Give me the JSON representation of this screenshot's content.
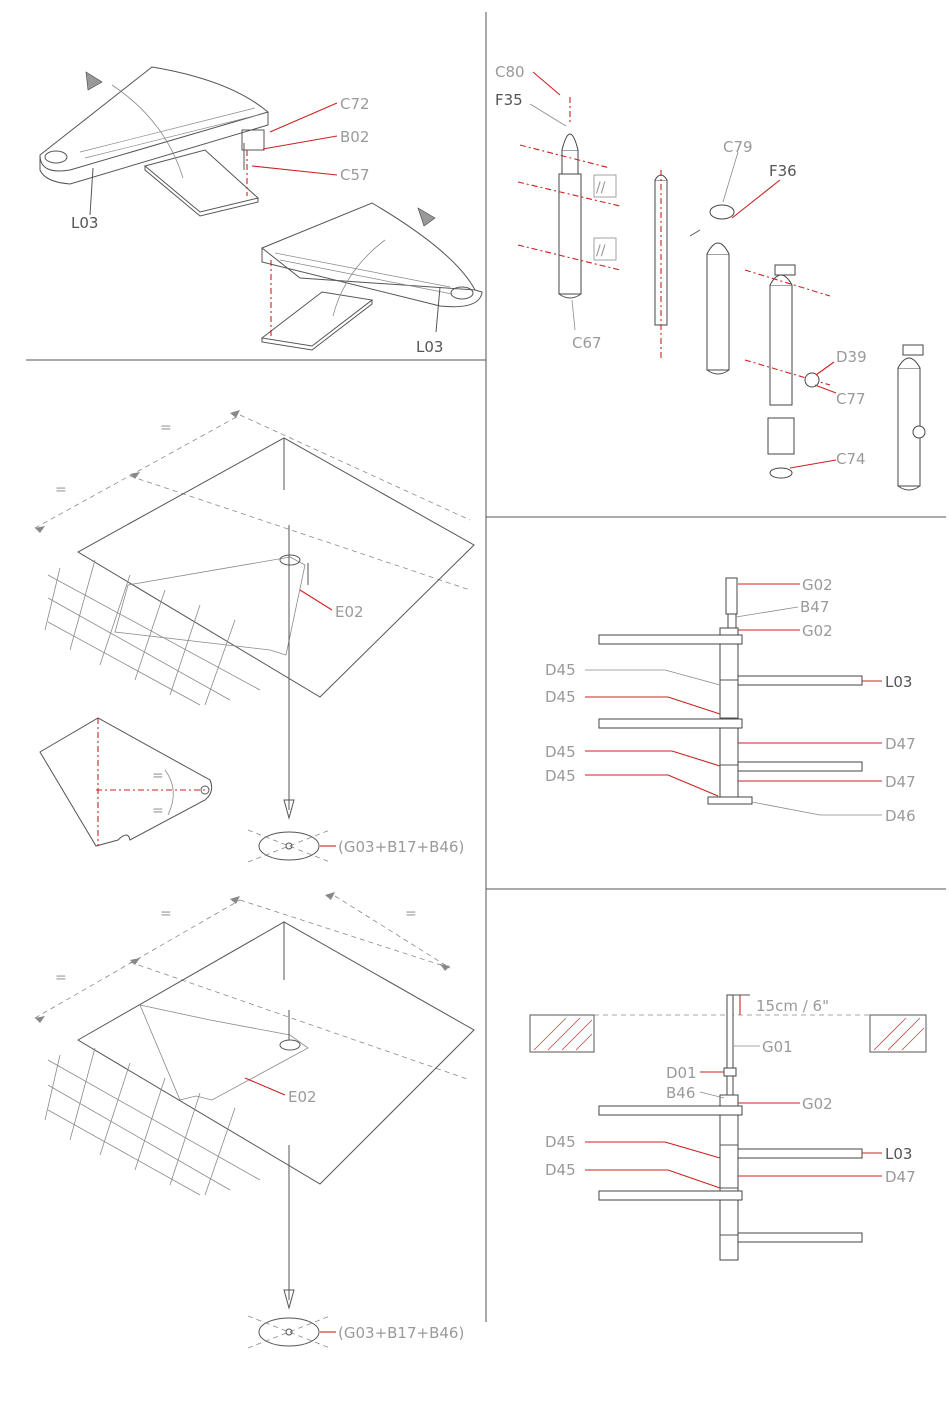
{
  "panels": {
    "top_left": {
      "labels": [
        "C72",
        "B02",
        "C57",
        "L03",
        "L03"
      ]
    },
    "top_right": {
      "labels": [
        "C80",
        "F35",
        "C79",
        "F36",
        "C67",
        "D39",
        "C77",
        "C74"
      ],
      "parallel_marks": [
        "//",
        "//"
      ]
    },
    "mid_left": {
      "labels": [
        "E02",
        "(G03+B17+B46)"
      ],
      "equal_marks": [
        "=",
        "=",
        "=",
        "=",
        "="
      ]
    },
    "mid_right": {
      "labels": [
        "G02",
        "B47",
        "G02",
        "D45",
        "D45",
        "D45",
        "D45",
        "L03",
        "D47",
        "D47",
        "D46"
      ]
    },
    "bottom_left": {
      "labels": [
        "E02",
        "(G03+B17+B46)"
      ],
      "equal_marks": [
        "=",
        "=",
        "="
      ]
    },
    "bottom_right": {
      "dimension": "15cm  /  6\"",
      "labels": [
        "G01",
        "D01",
        "B46",
        "G02",
        "D45",
        "D45",
        "L03",
        "D47"
      ]
    }
  },
  "colors": {
    "accent": "#cc2222",
    "line": "#555555",
    "label": "#9a9a9a"
  }
}
